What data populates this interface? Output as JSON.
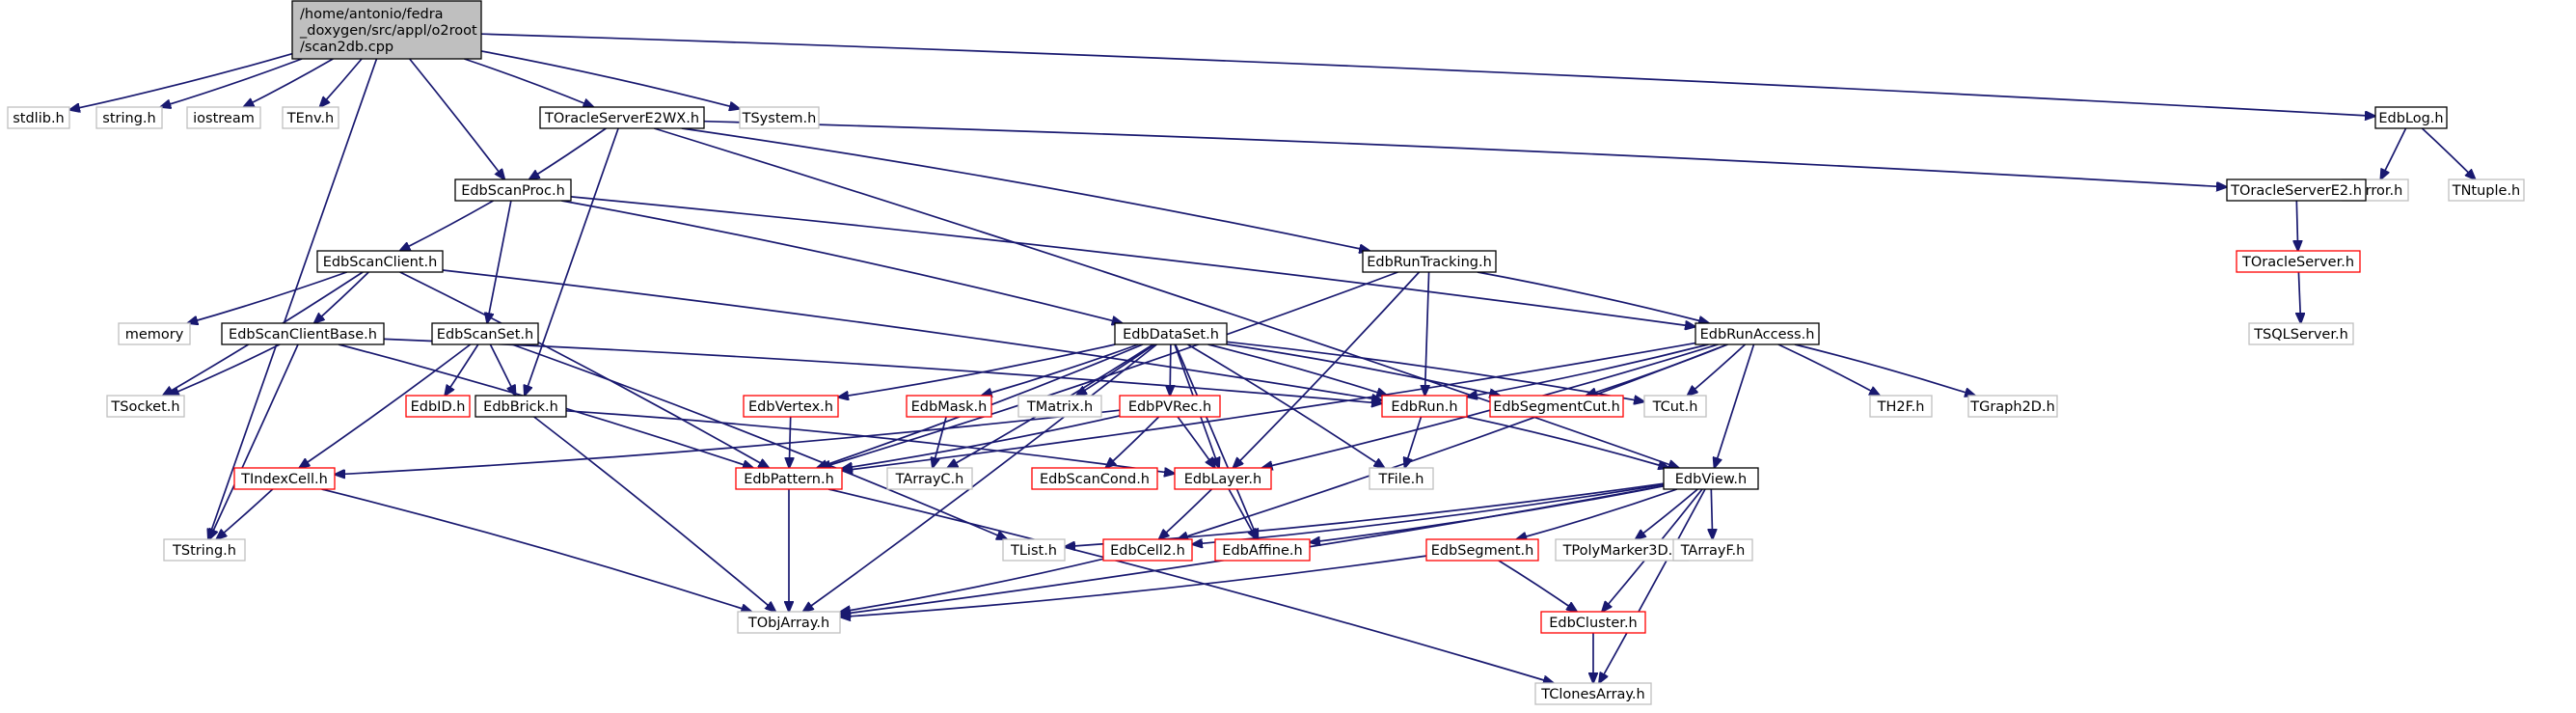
{
  "graph": {
    "title": "",
    "colors": {
      "edge": "#191970",
      "root_fill": "#bfbfbf",
      "root_border": "#000000",
      "documented_border": "#000000",
      "external_border": "#bfbfbf",
      "truncated_border": "#ff0000",
      "node_fill": "#ffffff"
    },
    "nodes": [
      {
        "id": "root",
        "kind": "root",
        "lines": [
          "/home/antonio/fedra",
          "_doxygen/src/appl/o2root",
          "/scan2db.cpp"
        ]
      },
      {
        "id": "stdlib",
        "kind": "external",
        "lines": [
          "stdlib.h"
        ]
      },
      {
        "id": "string",
        "kind": "external",
        "lines": [
          "string.h"
        ]
      },
      {
        "id": "iostream",
        "kind": "external",
        "lines": [
          "iostream"
        ]
      },
      {
        "id": "tenv",
        "kind": "external",
        "lines": [
          "TEnv.h"
        ]
      },
      {
        "id": "toraclee2wx",
        "kind": "documented",
        "lines": [
          "TOracleServerE2WX.h"
        ]
      },
      {
        "id": "tsystem",
        "kind": "external",
        "lines": [
          "TSystem.h"
        ]
      },
      {
        "id": "edblog",
        "kind": "documented",
        "lines": [
          "EdbLog.h"
        ]
      },
      {
        "id": "terror",
        "kind": "external",
        "lines": [
          "TError.h"
        ]
      },
      {
        "id": "tntuple",
        "kind": "external",
        "lines": [
          "TNtuple.h"
        ]
      },
      {
        "id": "edbscanproc",
        "kind": "documented",
        "lines": [
          "EdbScanProc.h"
        ]
      },
      {
        "id": "toraclee2",
        "kind": "documented",
        "lines": [
          "TOracleServerE2.h"
        ]
      },
      {
        "id": "toracleserver",
        "kind": "truncated",
        "lines": [
          "TOracleServer.h"
        ]
      },
      {
        "id": "tsqlserver",
        "kind": "external",
        "lines": [
          "TSQLServer.h"
        ]
      },
      {
        "id": "edbscanclient",
        "kind": "documented",
        "lines": [
          "EdbScanClient.h"
        ]
      },
      {
        "id": "edbruntracking",
        "kind": "documented",
        "lines": [
          "EdbRunTracking.h"
        ]
      },
      {
        "id": "memory",
        "kind": "external",
        "lines": [
          "memory"
        ]
      },
      {
        "id": "edbscanclientbase",
        "kind": "documented",
        "lines": [
          "EdbScanClientBase.h"
        ]
      },
      {
        "id": "edbscanset",
        "kind": "documented",
        "lines": [
          "EdbScanSet.h"
        ]
      },
      {
        "id": "edbdataset",
        "kind": "documented",
        "lines": [
          "EdbDataSet.h"
        ]
      },
      {
        "id": "edbrunaccess",
        "kind": "documented",
        "lines": [
          "EdbRunAccess.h"
        ]
      },
      {
        "id": "tsocket",
        "kind": "external",
        "lines": [
          "TSocket.h"
        ]
      },
      {
        "id": "edbid",
        "kind": "truncated",
        "lines": [
          "EdbID.h"
        ]
      },
      {
        "id": "edbbrick",
        "kind": "documented",
        "lines": [
          "EdbBrick.h"
        ]
      },
      {
        "id": "edbvertex",
        "kind": "truncated",
        "lines": [
          "EdbVertex.h"
        ]
      },
      {
        "id": "edbmask",
        "kind": "truncated",
        "lines": [
          "EdbMask.h"
        ]
      },
      {
        "id": "tmatrix",
        "kind": "external",
        "lines": [
          "TMatrix.h"
        ]
      },
      {
        "id": "edbpvrec",
        "kind": "truncated",
        "lines": [
          "EdbPVRec.h"
        ]
      },
      {
        "id": "edbrun",
        "kind": "truncated",
        "lines": [
          "EdbRun.h"
        ]
      },
      {
        "id": "edbsegmentcut",
        "kind": "truncated",
        "lines": [
          "EdbSegmentCut.h"
        ]
      },
      {
        "id": "tcut",
        "kind": "external",
        "lines": [
          "TCut.h"
        ]
      },
      {
        "id": "th2f",
        "kind": "external",
        "lines": [
          "TH2F.h"
        ]
      },
      {
        "id": "tgraph2d",
        "kind": "external",
        "lines": [
          "TGraph2D.h"
        ]
      },
      {
        "id": "tindexcell",
        "kind": "truncated",
        "lines": [
          "TIndexCell.h"
        ]
      },
      {
        "id": "edbpattern",
        "kind": "truncated",
        "lines": [
          "EdbPattern.h"
        ]
      },
      {
        "id": "tarrayc",
        "kind": "external",
        "lines": [
          "TArrayC.h"
        ]
      },
      {
        "id": "edbscancond",
        "kind": "truncated",
        "lines": [
          "EdbScanCond.h"
        ]
      },
      {
        "id": "edblayer",
        "kind": "truncated",
        "lines": [
          "EdbLayer.h"
        ]
      },
      {
        "id": "tfile",
        "kind": "external",
        "lines": [
          "TFile.h"
        ]
      },
      {
        "id": "edbview",
        "kind": "documented",
        "lines": [
          "EdbView.h"
        ]
      },
      {
        "id": "tstring",
        "kind": "external",
        "lines": [
          "TString.h"
        ]
      },
      {
        "id": "tlist",
        "kind": "external",
        "lines": [
          "TList.h"
        ]
      },
      {
        "id": "edbcell2",
        "kind": "truncated",
        "lines": [
          "EdbCell2.h"
        ]
      },
      {
        "id": "edbaffine",
        "kind": "truncated",
        "lines": [
          "EdbAffine.h"
        ]
      },
      {
        "id": "edbsegment",
        "kind": "truncated",
        "lines": [
          "EdbSegment.h"
        ]
      },
      {
        "id": "tpolymarker3d",
        "kind": "external",
        "lines": [
          "TPolyMarker3D.h"
        ]
      },
      {
        "id": "tarrayf",
        "kind": "external",
        "lines": [
          "TArrayF.h"
        ]
      },
      {
        "id": "tobjarray",
        "kind": "external",
        "lines": [
          "TObjArray.h"
        ]
      },
      {
        "id": "edbcluster",
        "kind": "truncated",
        "lines": [
          "EdbCluster.h"
        ]
      },
      {
        "id": "tclonesarray",
        "kind": "external",
        "lines": [
          "TClonesArray.h"
        ]
      }
    ],
    "edges": [
      [
        "root",
        "stdlib"
      ],
      [
        "root",
        "string"
      ],
      [
        "root",
        "iostream"
      ],
      [
        "root",
        "tenv"
      ],
      [
        "root",
        "toraclee2wx"
      ],
      [
        "root",
        "tsystem"
      ],
      [
        "root",
        "edblog"
      ],
      [
        "root",
        "edbscanproc"
      ],
      [
        "root",
        "tstring"
      ],
      [
        "edblog",
        "terror"
      ],
      [
        "edblog",
        "tntuple"
      ],
      [
        "toraclee2wx",
        "edbscanproc"
      ],
      [
        "toraclee2wx",
        "toraclee2"
      ],
      [
        "toraclee2wx",
        "edbruntracking"
      ],
      [
        "toraclee2wx",
        "edbbrick"
      ],
      [
        "toraclee2wx",
        "edbview"
      ],
      [
        "toraclee2",
        "toracleserver"
      ],
      [
        "toracleserver",
        "tsqlserver"
      ],
      [
        "edbscanproc",
        "edbscanclient"
      ],
      [
        "edbscanproc",
        "edbscanset"
      ],
      [
        "edbscanproc",
        "edbdataset"
      ],
      [
        "edbscanproc",
        "edbrunaccess"
      ],
      [
        "edbscanclient",
        "memory"
      ],
      [
        "edbscanclient",
        "edbscanclientbase"
      ],
      [
        "edbscanclient",
        "tsocket"
      ],
      [
        "edbscanclient",
        "edbrun"
      ],
      [
        "edbscanclient",
        "edbpattern"
      ],
      [
        "edbscanclientbase",
        "tsocket"
      ],
      [
        "edbscanclientbase",
        "tstring"
      ],
      [
        "edbscanclientbase",
        "edbrun"
      ],
      [
        "edbscanclientbase",
        "edbpattern"
      ],
      [
        "edbscanset",
        "edbid"
      ],
      [
        "edbscanset",
        "edbbrick"
      ],
      [
        "edbscanset",
        "tindexcell"
      ],
      [
        "edbscanset",
        "tlist"
      ],
      [
        "edbbrick",
        "edblayer"
      ],
      [
        "edbbrick",
        "tobjarray"
      ],
      [
        "edbruntracking",
        "edbrunaccess"
      ],
      [
        "edbruntracking",
        "edbrun"
      ],
      [
        "edbruntracking",
        "edbpattern"
      ],
      [
        "edbruntracking",
        "edblayer"
      ],
      [
        "edbdataset",
        "edbvertex"
      ],
      [
        "edbdataset",
        "edbmask"
      ],
      [
        "edbdataset",
        "tmatrix"
      ],
      [
        "edbdataset",
        "edbpvrec"
      ],
      [
        "edbdataset",
        "edbrun"
      ],
      [
        "edbdataset",
        "edbsegmentcut"
      ],
      [
        "edbdataset",
        "tcut"
      ],
      [
        "edbdataset",
        "tarrayc"
      ],
      [
        "edbdataset",
        "edbpattern"
      ],
      [
        "edbdataset",
        "edblayer"
      ],
      [
        "edbdataset",
        "edbaffine"
      ],
      [
        "edbdataset",
        "tfile"
      ],
      [
        "edbdataset",
        "tobjarray"
      ],
      [
        "edbrunaccess",
        "edbrun"
      ],
      [
        "edbrunaccess",
        "edbsegmentcut"
      ],
      [
        "edbrunaccess",
        "tcut"
      ],
      [
        "edbrunaccess",
        "th2f"
      ],
      [
        "edbrunaccess",
        "tgraph2d"
      ],
      [
        "edbrunaccess",
        "edbpattern"
      ],
      [
        "edbrunaccess",
        "edblayer"
      ],
      [
        "edbrunaccess",
        "edbview"
      ],
      [
        "edbrunaccess",
        "edbcell2"
      ],
      [
        "edbvertex",
        "edbpattern"
      ],
      [
        "edbmask",
        "tarrayc"
      ],
      [
        "edbpvrec",
        "edbpattern"
      ],
      [
        "edbpvrec",
        "edbscancond"
      ],
      [
        "edbpvrec",
        "edblayer"
      ],
      [
        "edbpvrec",
        "tindexcell"
      ],
      [
        "edbrun",
        "tfile"
      ],
      [
        "edbrun",
        "edbview"
      ],
      [
        "tindexcell",
        "tstring"
      ],
      [
        "tindexcell",
        "tobjarray"
      ],
      [
        "edbpattern",
        "tobjarray"
      ],
      [
        "edbpattern",
        "tclonesarray"
      ],
      [
        "edblayer",
        "edbcell2"
      ],
      [
        "edblayer",
        "edbaffine"
      ],
      [
        "edbview",
        "tlist"
      ],
      [
        "edbview",
        "edbcell2"
      ],
      [
        "edbview",
        "edbaffine"
      ],
      [
        "edbview",
        "edbsegment"
      ],
      [
        "edbview",
        "tpolymarker3d"
      ],
      [
        "edbview",
        "tarrayf"
      ],
      [
        "edbview",
        "tobjarray"
      ],
      [
        "edbview",
        "edbcluster"
      ],
      [
        "edbview",
        "tclonesarray"
      ],
      [
        "edbcell2",
        "tobjarray"
      ],
      [
        "edbsegment",
        "tobjarray"
      ],
      [
        "edbsegment",
        "edbcluster"
      ],
      [
        "edbcluster",
        "tclonesarray"
      ]
    ]
  }
}
